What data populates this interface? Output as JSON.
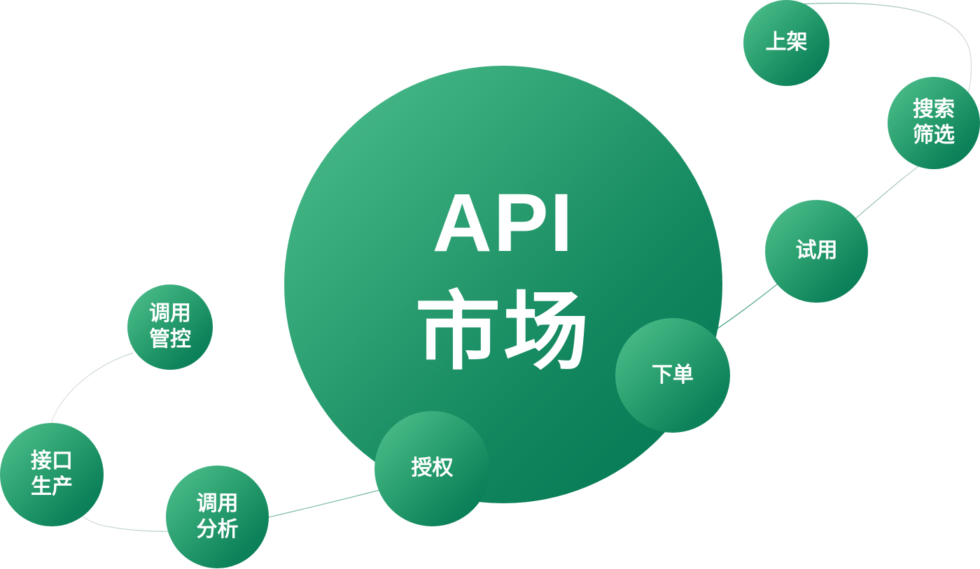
{
  "center": {
    "title": "API",
    "subtitle": "市场"
  },
  "nodes": [
    {
      "id": "shangjia",
      "lines": [
        "上架"
      ]
    },
    {
      "id": "sousuo",
      "lines": [
        "搜索",
        "筛选"
      ]
    },
    {
      "id": "shiyong",
      "lines": [
        "试用"
      ]
    },
    {
      "id": "xiadan",
      "lines": [
        "下单"
      ]
    },
    {
      "id": "shouquan",
      "lines": [
        "授权"
      ]
    },
    {
      "id": "diaoyong-fenxi",
      "lines": [
        "调用",
        "分析"
      ]
    },
    {
      "id": "jiekou",
      "lines": [
        "接口",
        "生产"
      ]
    },
    {
      "id": "diaoyong-guankong",
      "lines": [
        "调用",
        "管控"
      ]
    }
  ],
  "colors": {
    "bubble_light": "#4fc08f",
    "bubble_dark": "#007552",
    "orbit_line_light": "#d3d3d3",
    "orbit_line_green": "#2b9a6c",
    "text": "#ffffff"
  }
}
